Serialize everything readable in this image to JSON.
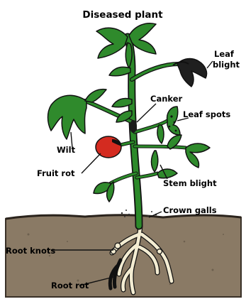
{
  "diagram": {
    "title": "Diseased plant",
    "labels": {
      "leaf_blight_line1": "Leaf",
      "leaf_blight_line2": "blight",
      "canker": "Canker",
      "leaf_spots": "Leaf spots",
      "wilt": "Wilt",
      "fruit_rot": "Fruit rot",
      "stem_blight": "Stem blight",
      "crown_galls": "Crown galls",
      "root_knots": "Root knots",
      "root_rot": "Root rot"
    },
    "colors": {
      "leaf": "#2f8a2c",
      "leaf_dark": "#1f5e1d",
      "stem": "#2c8a2a",
      "fruit": "#d42b20",
      "soil": "#8a7a65",
      "soil_edge": "#3a3128",
      "root": "#f3ecd2",
      "outline": "#111111"
    }
  }
}
